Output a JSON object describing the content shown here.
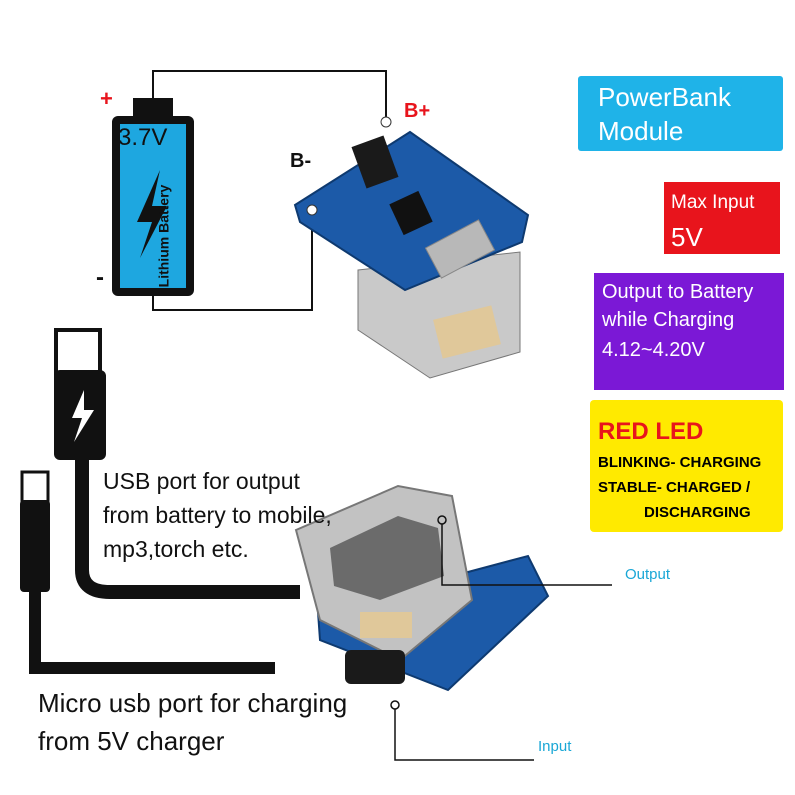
{
  "battery": {
    "voltage": "3.7V",
    "type_label": "Lithium Battery",
    "plus_sign": "+",
    "minus_sign": "-"
  },
  "terminals": {
    "b_plus": "B+",
    "b_minus": "B-"
  },
  "info_boxes": {
    "title": [
      "PowerBank",
      "Module"
    ],
    "max_input": [
      "Max Input",
      "5V"
    ],
    "output_battery": [
      "Output to Battery",
      "while Charging",
      "4.12~4.20V"
    ],
    "led": [
      "RED LED",
      "BLINKING- CHARGING",
      "STABLE- CHARGED /",
      "DISCHARGING"
    ]
  },
  "labels": {
    "usb_output_desc": [
      "USB port for output",
      "from battery to mobile,",
      "mp3,torch etc."
    ],
    "micro_usb_desc": [
      "Micro usb port for charging",
      "from 5V charger"
    ],
    "output": "Output",
    "input": "Input"
  },
  "colors": {
    "powerbank_box": "#1fb3e8",
    "max_input_box": "#e8141c",
    "output_box": "#7b18d6",
    "led_box": "#ffea00",
    "battery_body": "#1ea7e0",
    "pcb": "#1c5aa8",
    "plus_red": "#e8141c"
  }
}
